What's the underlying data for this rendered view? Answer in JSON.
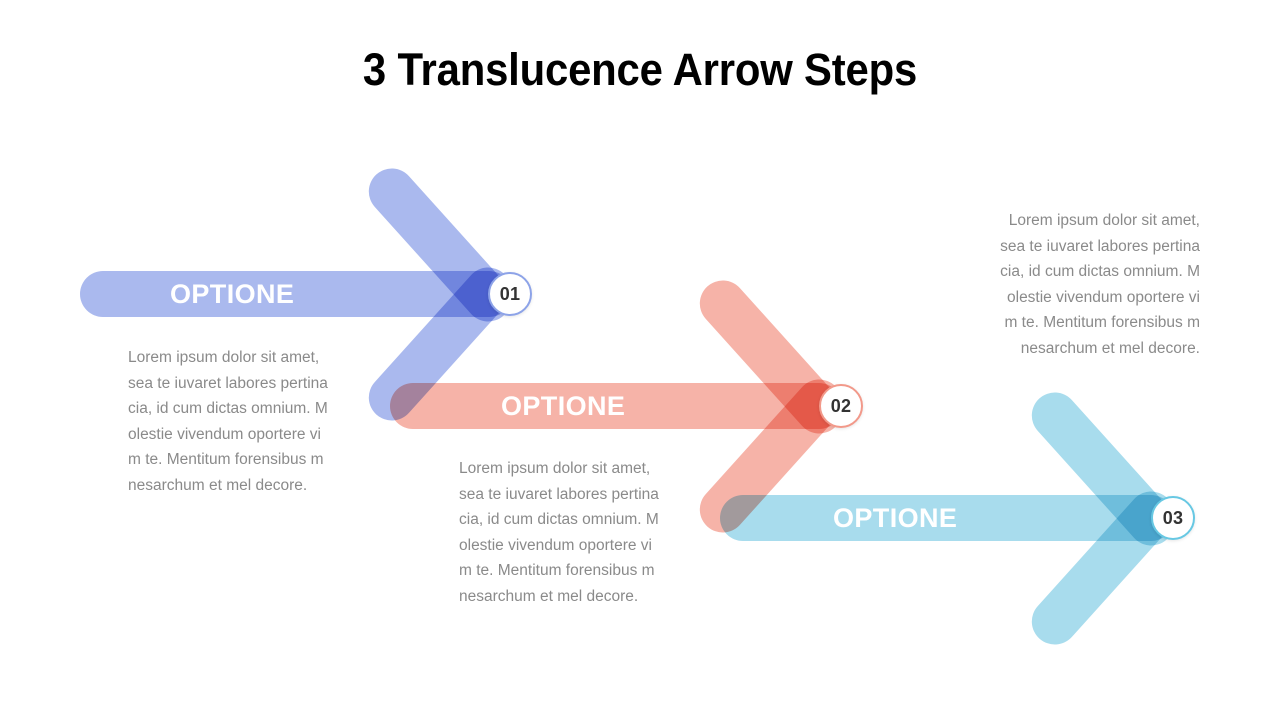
{
  "slide": {
    "title": "3 Translucence Arrow Steps",
    "background": "#ffffff"
  },
  "steps": [
    {
      "number": "01",
      "label": "OPTIONE",
      "color": "#aab9ee",
      "circle_border": "#8da3e8",
      "body": "Lorem ipsum dolor sit amet,\nsea te iuvaret labores pertina\ncia, id cum dictas omnium. M\nolestie vivendum oportere vi\nm te. Mentitum forensibus m\nnesarchum et mel decore."
    },
    {
      "number": "02",
      "label": "OPTIONE",
      "color": "#f6b3a8",
      "circle_border": "#f2998a",
      "body": "Lorem ipsum dolor sit amet,\nsea te iuvaret labores pertina\ncia, id cum dictas omnium. M\nolestie vivendum oportere vi\nm te. Mentitum forensibus m\nnesarchum et mel decore."
    },
    {
      "number": "03",
      "label": "OPTIONE",
      "color": "#a8dced",
      "circle_border": "#67c8e3",
      "body": "Lorem ipsum dolor sit amet,\nsea te iuvaret labores pertina\ncia, id cum dictas omnium. M\nolestie vivendum oportere vi\nm te. Mentitum forensibus m\nnesarchum et mel decore."
    }
  ],
  "text_color": "#8a8a8a",
  "label_color": "#ffffff",
  "number_color": "#333333"
}
